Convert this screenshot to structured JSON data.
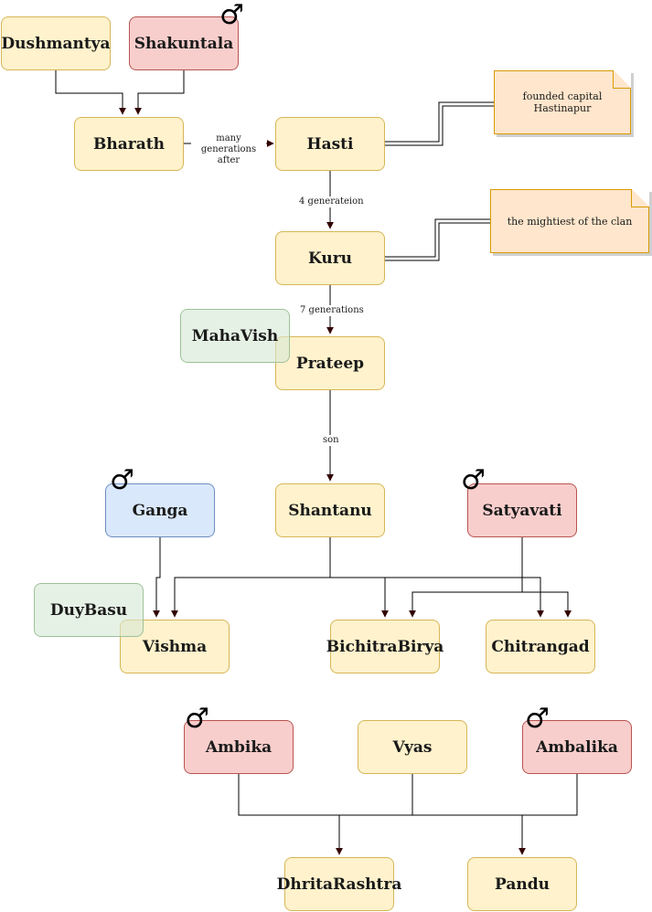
{
  "colors": {
    "yellow_fill": "#fff2cc",
    "yellow_stroke": "#d6b656",
    "pink_fill": "#f8cecc",
    "pink_stroke": "#b85450",
    "blue_fill": "#dae8fc",
    "blue_stroke": "#6c8ebf",
    "green_fill": "#d5e8d4",
    "note_fill": "#ffe6cc",
    "edge": "#000000",
    "arrow": "#330000"
  },
  "male_symbol": "♂",
  "nodes": {
    "dushmantya": "Dushmantya",
    "shakuntala": "Shakuntala",
    "bharath": "Bharath",
    "hasti": "Hasti",
    "kuru": "Kuru",
    "mahavish": "MahaVish",
    "prateep": "Prateep",
    "ganga": "Ganga",
    "shantanu": "Shantanu",
    "satyavati": "Satyavati",
    "duybasu": "DuyBasu",
    "vishma": "Vishma",
    "bichitrabirya": "BichitraBirya",
    "chitrangad": "Chitrangad",
    "ambika": "Ambika",
    "vyas": "Vyas",
    "ambalika": "Ambalika",
    "dhritarashtra": "DhritaRashtra",
    "pandu": "Pandu"
  },
  "notes": {
    "hastinapur": "founded capital Hastinapur",
    "mightiest": "the mightiest of the clan"
  },
  "edge_labels": {
    "bharath_hasti": "many generations after",
    "hasti_kuru": "4 generateion",
    "kuru_prateep": "7 generations",
    "prateep_shantanu": "son"
  }
}
